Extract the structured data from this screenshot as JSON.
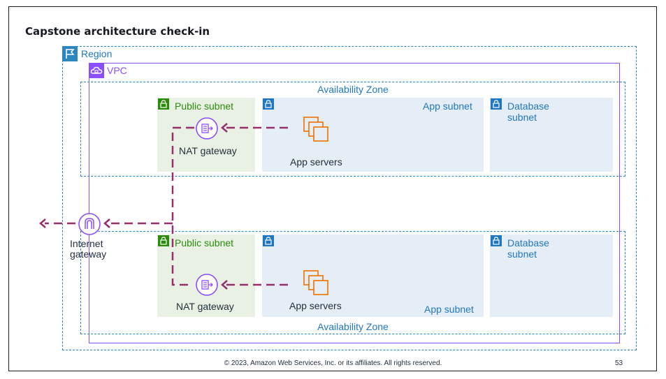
{
  "slide": {
    "title": "Capstone architecture check-in",
    "footer": "© 2023, Amazon Web Services, Inc. or its affiliates. All rights reserved.",
    "page_number": "53"
  },
  "diagram": {
    "region_label": "Region",
    "vpc_label": "VPC",
    "az_top_label": "Availability Zone",
    "az_bottom_label": "Availability Zone",
    "top": {
      "public_subnet_label": "Public subnet",
      "app_subnet_label": "App subnet",
      "database_subnet_label": "Database subnet",
      "nat_gateway_label": "NAT gateway",
      "app_servers_label": "App servers"
    },
    "bottom": {
      "public_subnet_label": "Public subnet",
      "app_subnet_label": "App subnet",
      "database_subnet_label": "Database subnet",
      "nat_gateway_label": "NAT gateway",
      "app_servers_label": "App servers"
    },
    "internet_gateway_label": "Internet gateway",
    "colors": {
      "region_border": "#2e86c1",
      "vpc_border": "#8c4fff",
      "public_subnet": "#2b8c0c",
      "private_subnet": "#1f77c4",
      "flow_arrow": "#962f6b",
      "app_server_icon": "#ed7100"
    }
  }
}
